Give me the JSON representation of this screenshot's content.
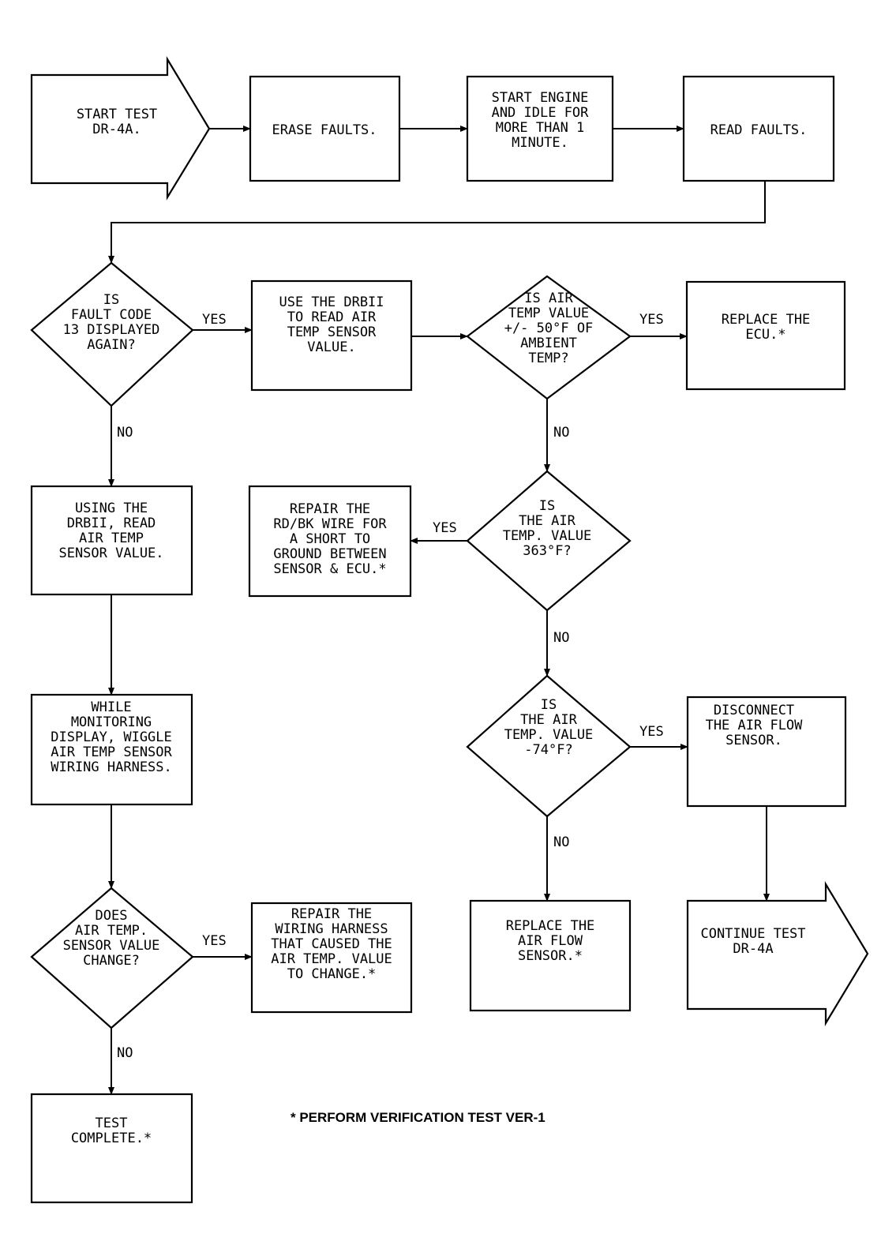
{
  "nodes": {
    "start": [
      "START TEST",
      "DR-4A."
    ],
    "erase": [
      "ERASE FAULTS."
    ],
    "idle": [
      "START ENGINE",
      "AND IDLE FOR",
      "MORE THAN 1",
      "MINUTE."
    ],
    "read": [
      "READ FAULTS."
    ],
    "q_fault13": [
      "IS",
      "FAULT CODE",
      "13 DISPLAYED",
      "AGAIN?"
    ],
    "use_drbii": [
      "USE THE DRBII",
      "TO READ AIR",
      "TEMP SENSOR",
      "VALUE."
    ],
    "q_plusminus": [
      "IS AIR",
      "TEMP VALUE",
      "+/- 50°F OF",
      "AMBIENT",
      "TEMP?"
    ],
    "replace_ecu": [
      "REPLACE THE",
      "ECU.*"
    ],
    "using_drbii": [
      "USING THE",
      "DRBII, READ",
      "AIR TEMP",
      "SENSOR VALUE."
    ],
    "repair_rdbk": [
      "REPAIR THE",
      "RD/BK WIRE FOR",
      "A SHORT TO",
      "GROUND BETWEEN",
      "SENSOR & ECU.*"
    ],
    "q_363": [
      "IS",
      "THE AIR",
      "TEMP. VALUE",
      "363°F?"
    ],
    "q_neg74": [
      "IS",
      "THE AIR",
      "TEMP. VALUE",
      "-74°F?"
    ],
    "disconnect": [
      "DISCONNECT",
      "THE AIR FLOW",
      "SENSOR."
    ],
    "wiggle": [
      "WHILE",
      "MONITORING",
      "DISPLAY, WIGGLE",
      "AIR TEMP SENSOR",
      "WIRING HARNESS."
    ],
    "q_change": [
      "DOES",
      "AIR TEMP.",
      "SENSOR VALUE",
      "CHANGE?"
    ],
    "repair_harness": [
      "REPAIR THE",
      "WIRING HARNESS",
      "THAT CAUSED THE",
      "AIR TEMP. VALUE",
      "TO CHANGE.*"
    ],
    "replace_afs": [
      "REPLACE THE",
      "AIR FLOW",
      "SENSOR.*"
    ],
    "continue": [
      "CONTINUE TEST",
      "DR-4A"
    ],
    "complete": [
      "TEST",
      "COMPLETE.*"
    ]
  },
  "edge_labels": {
    "yes": "YES",
    "no": "NO"
  },
  "footnote": "* PERFORM VERIFICATION TEST VER-1"
}
